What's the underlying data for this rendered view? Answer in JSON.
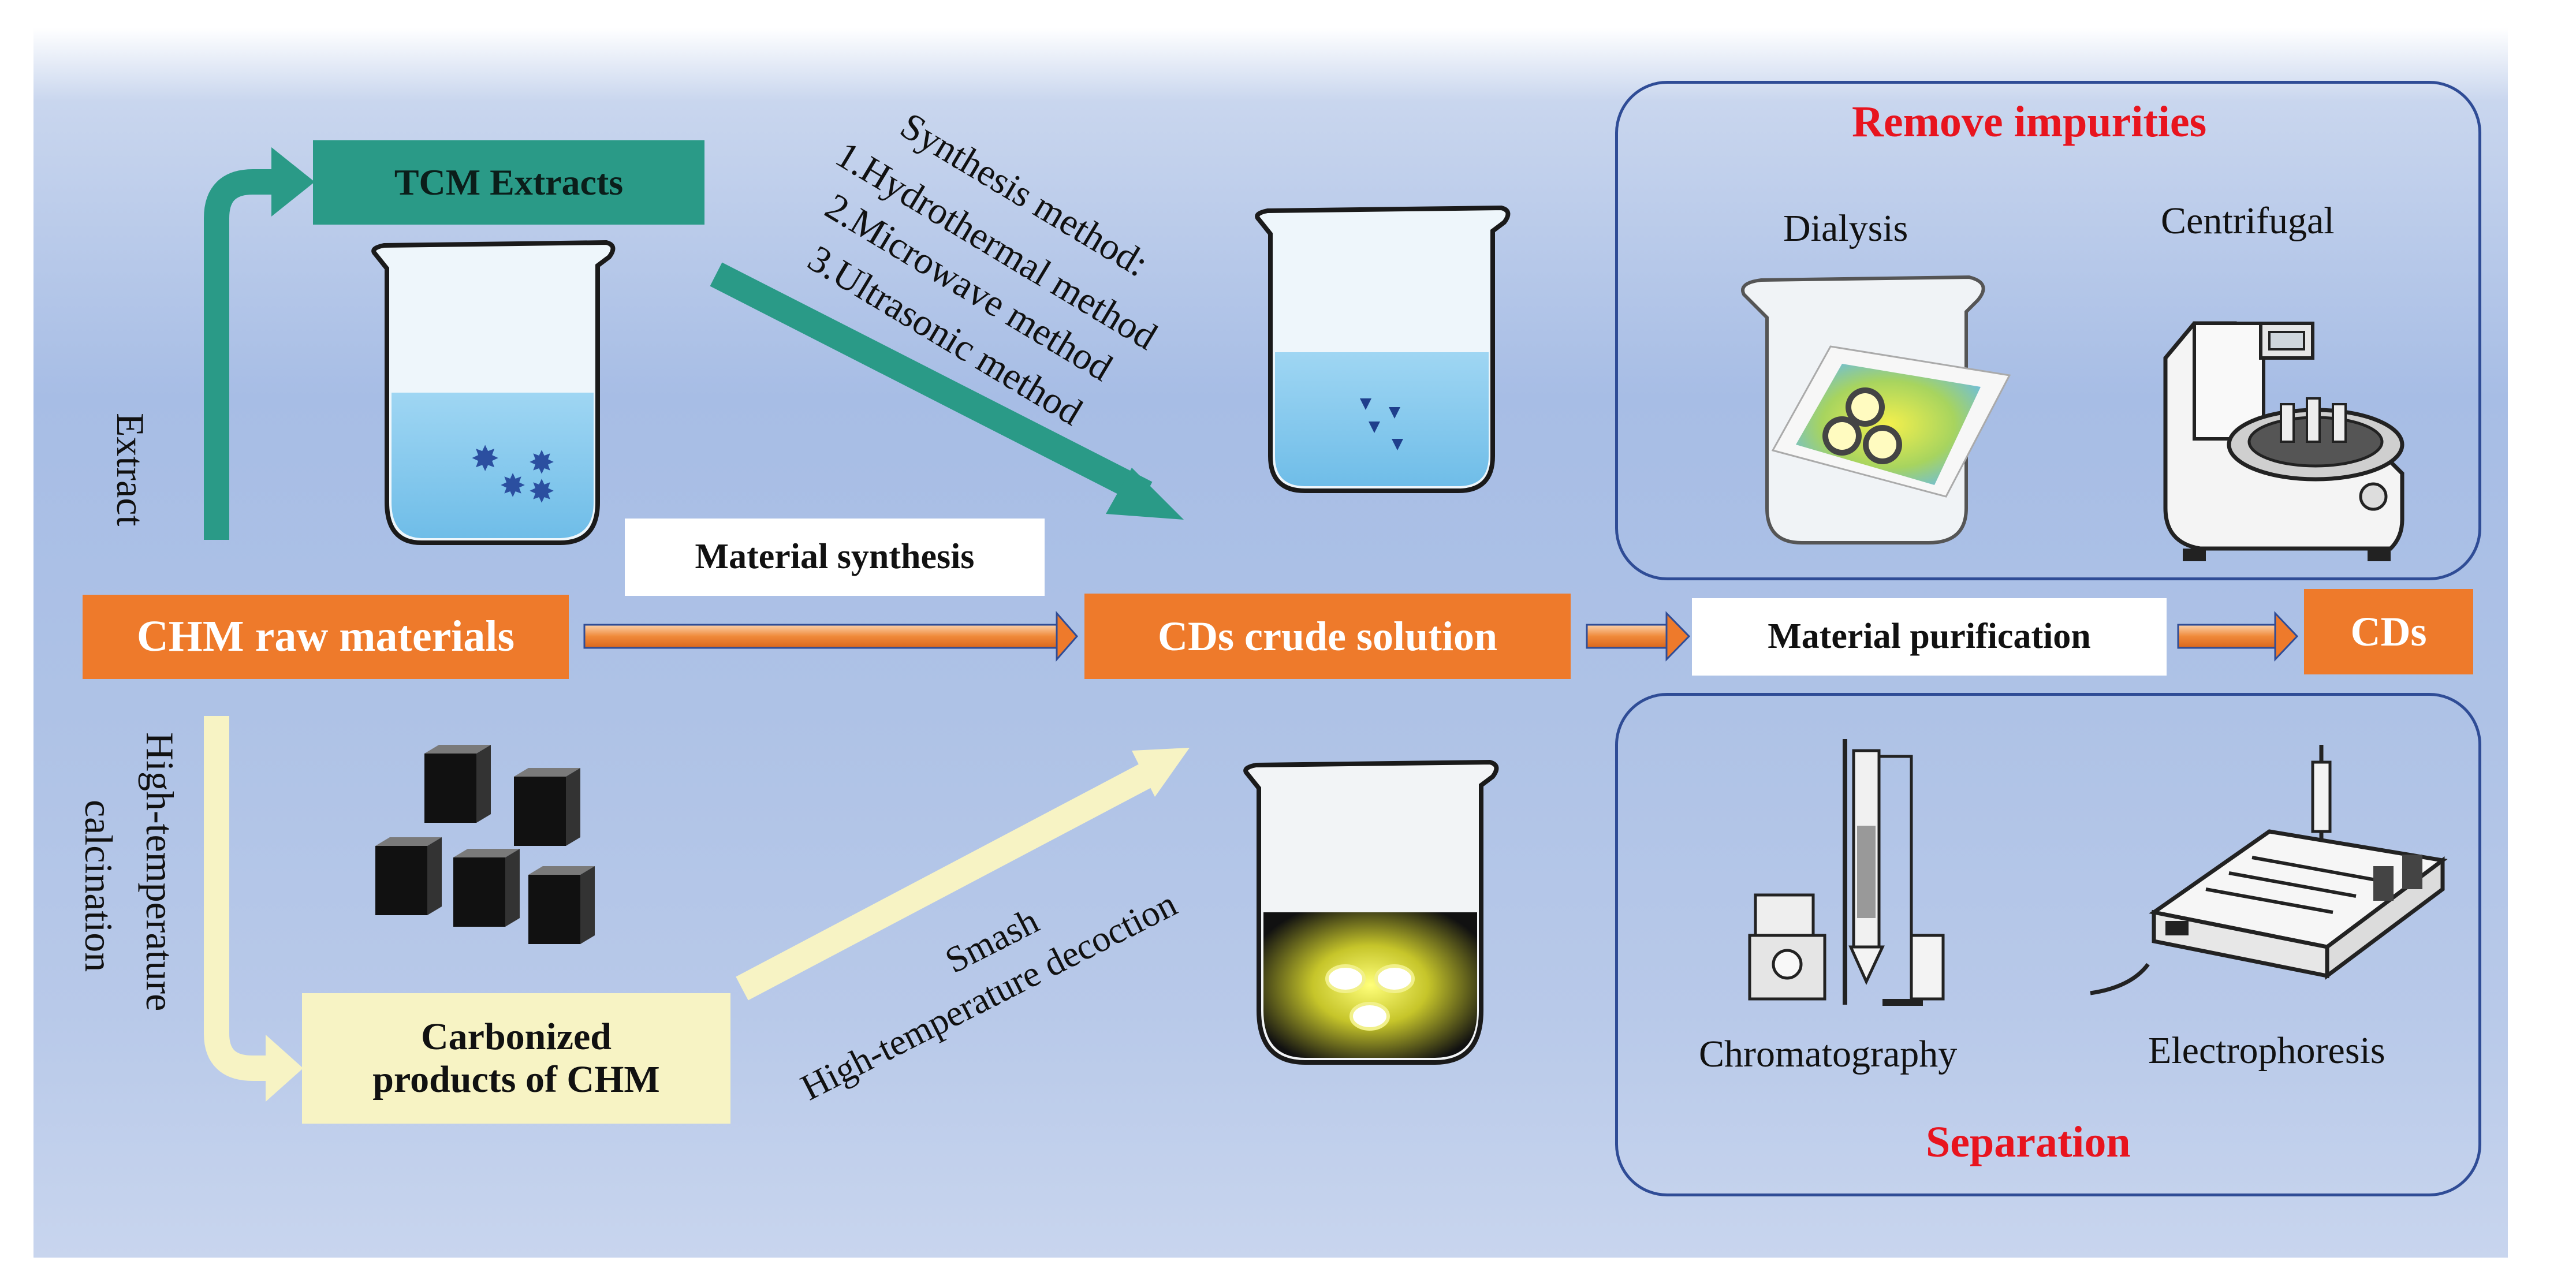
{
  "nodes": {
    "tcm_extracts": "TCM Extracts",
    "chm_raw": "CHM raw materials",
    "material_synthesis": "Material synthesis",
    "cds_crude": "CDs crude solution",
    "material_purification": "Material purification",
    "cds": "CDs",
    "carbonized_line1": "Carbonized",
    "carbonized_line2": "products of CHM"
  },
  "edge_labels": {
    "extract": "Extract",
    "calcination_line1": "High-temperature",
    "calcination_line2": "calcination",
    "synthesis_title": "Synthesis method:",
    "synthesis_1": "1.Hydrothermal method",
    "synthesis_2": "2.Microwave method",
    "synthesis_3": "3.Ultrasonic method",
    "smash": "Smash",
    "decoction": "High-temperature decoction"
  },
  "remove_impurities": {
    "title": "Remove impurities",
    "dialysis": "Dialysis",
    "centrifugal": "Centrifugal"
  },
  "separation": {
    "title": "Separation",
    "chromatography": "Chromatography",
    "electrophoresis": "Electrophoresis"
  },
  "colors": {
    "orange": "#ee7a2b",
    "teal": "#2a9a87",
    "cream": "#f7f3c4",
    "title_red": "#e8141e",
    "frame_blue": "#2f4c96"
  }
}
